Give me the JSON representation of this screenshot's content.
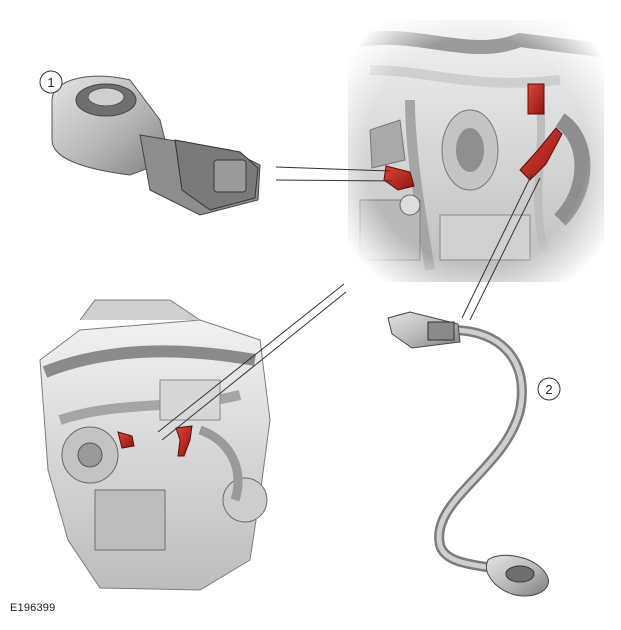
{
  "callouts": {
    "one": "1",
    "two": "2"
  },
  "figure_reference": "E196399",
  "colors": {
    "sensor_highlight": "#c0201c",
    "metal_grey": "#a9a9a9",
    "line": "#333333"
  }
}
